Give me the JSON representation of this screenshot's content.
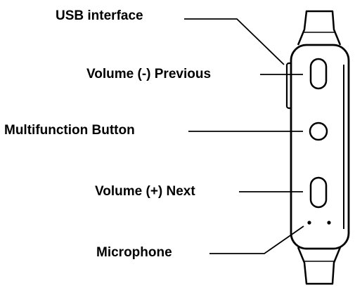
{
  "labels": {
    "usb": "USB interface",
    "volume_minus": "Volume (-) Previous",
    "multifunction": "Multifunction Button",
    "volume_plus": "Volume (+) Next",
    "microphone": "Microphone"
  },
  "colors": {
    "ink": "#000000",
    "background": "#ffffff"
  }
}
